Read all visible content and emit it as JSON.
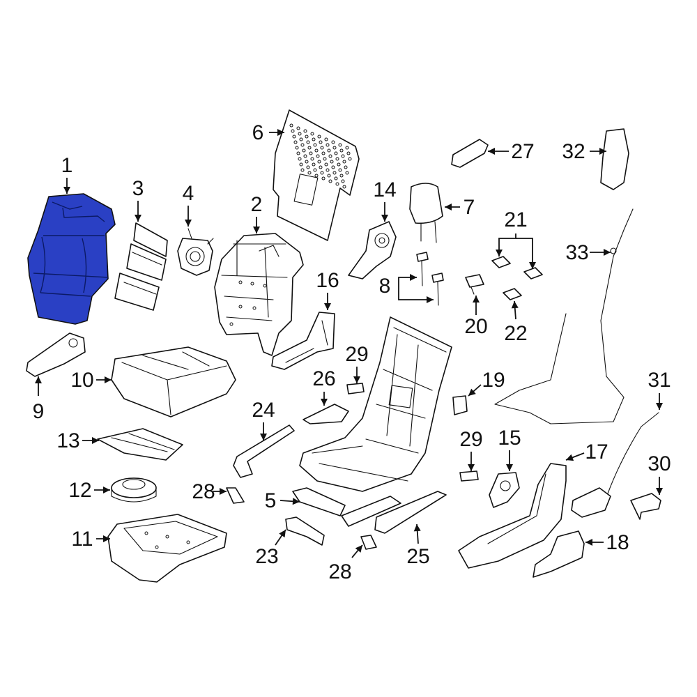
{
  "diagram": {
    "type": "exploded-parts-diagram",
    "highlight_color": "#2a40c4",
    "line_color": "#111111",
    "background": "#ffffff",
    "highlighted_callout": "1",
    "callouts": [
      {
        "label": "1"
      },
      {
        "label": "2"
      },
      {
        "label": "3"
      },
      {
        "label": "4"
      },
      {
        "label": "5"
      },
      {
        "label": "6"
      },
      {
        "label": "7"
      },
      {
        "label": "8"
      },
      {
        "label": "9"
      },
      {
        "label": "10"
      },
      {
        "label": "11"
      },
      {
        "label": "12"
      },
      {
        "label": "13"
      },
      {
        "label": "14"
      },
      {
        "label": "15"
      },
      {
        "label": "16"
      },
      {
        "label": "17"
      },
      {
        "label": "18"
      },
      {
        "label": "19"
      },
      {
        "label": "20"
      },
      {
        "label": "21"
      },
      {
        "label": "22"
      },
      {
        "label": "23"
      },
      {
        "label": "24"
      },
      {
        "label": "25"
      },
      {
        "label": "26"
      },
      {
        "label": "27"
      },
      {
        "label": "28"
      },
      {
        "label": "28"
      },
      {
        "label": "29"
      },
      {
        "label": "29"
      },
      {
        "label": "30"
      },
      {
        "label": "31"
      },
      {
        "label": "32"
      },
      {
        "label": "33"
      }
    ]
  }
}
